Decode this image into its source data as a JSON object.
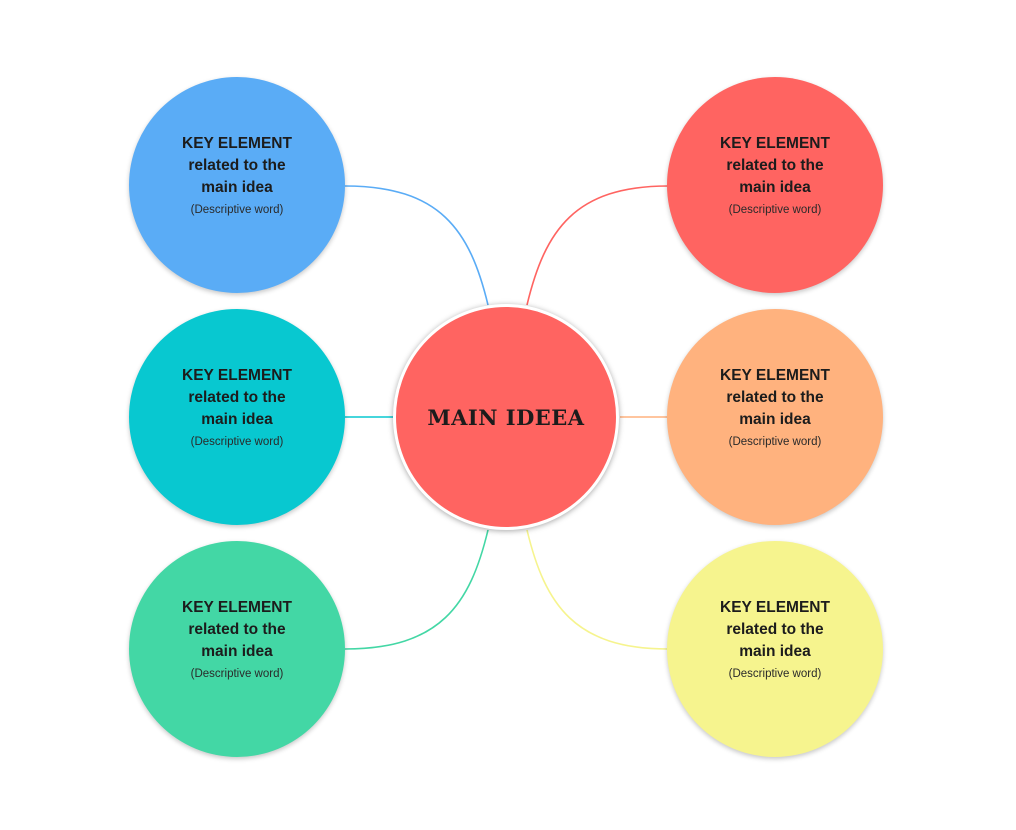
{
  "center": {
    "label": "MAIN IDEEA",
    "color": "#ff6461"
  },
  "nodes": [
    {
      "id": "tl",
      "title": "KEY ELEMENT\nrelated to the\nmain idea",
      "desc": "(Descriptive word)",
      "color": "#5aacf6"
    },
    {
      "id": "ml",
      "title": "KEY ELEMENT\nrelated to the\nmain idea",
      "desc": "(Descriptive word)",
      "color": "#08c8d0"
    },
    {
      "id": "bl",
      "title": "KEY ELEMENT\nrelated to the\nmain idea",
      "desc": "(Descriptive word)",
      "color": "#43d7a5"
    },
    {
      "id": "tr",
      "title": "KEY ELEMENT\nrelated to the\nmain idea",
      "desc": "(Descriptive word)",
      "color": "#ff6461"
    },
    {
      "id": "mr",
      "title": "KEY ELEMENT\nrelated to the\nmain idea",
      "desc": "(Descriptive word)",
      "color": "#ffb27e"
    },
    {
      "id": "br",
      "title": "KEY ELEMENT\nrelated to the\nmain idea",
      "desc": "(Descriptive word)",
      "color": "#f6f48e"
    }
  ]
}
